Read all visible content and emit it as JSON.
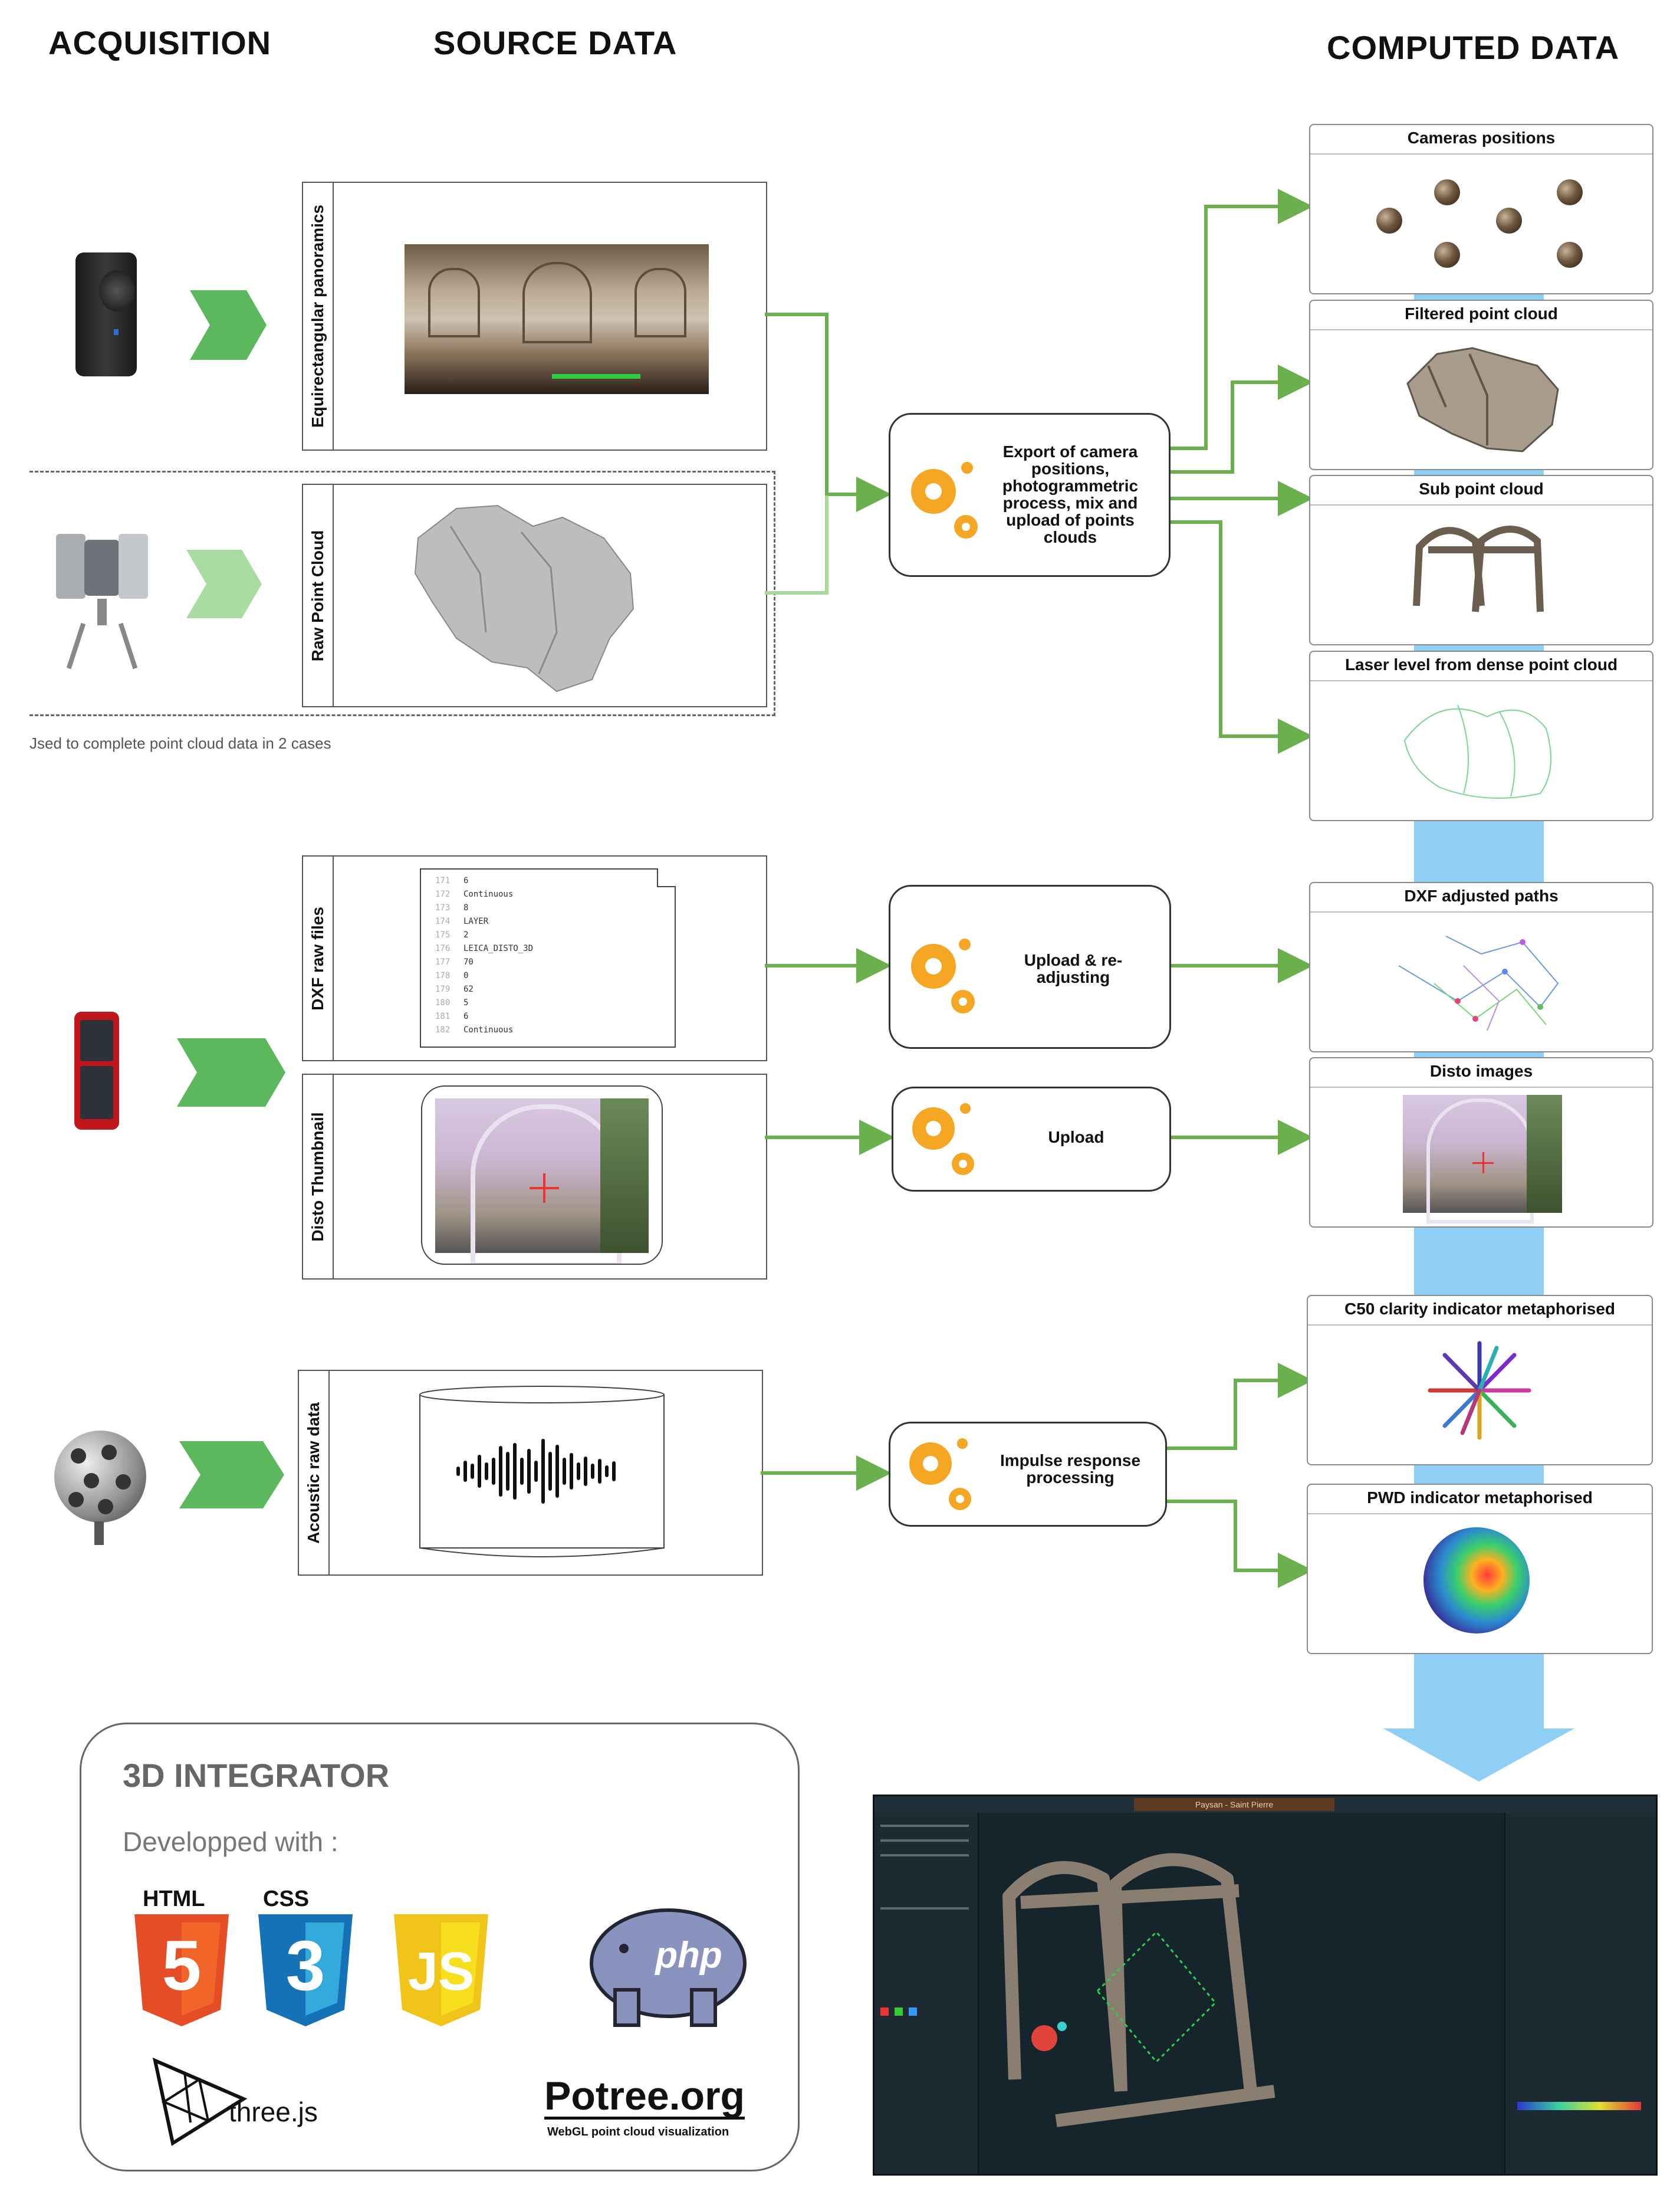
{
  "headers": {
    "acquisition": "ACQUISITION",
    "source_data": "SOURCE DATA",
    "computed_data": "COMPUTED DATA"
  },
  "source_labels": {
    "panoramics": "Equirectangular panoramics",
    "raw_point_cloud": "Raw Point Cloud",
    "dxf_raw": "DXF raw files",
    "disto_thumbnail": "Disto Thumbnail",
    "acoustic_raw": "Acoustic raw data"
  },
  "note": "Jsed to complete point cloud data in 2 cases",
  "processes": {
    "export": "Export of camera positions, photogrammetric process, mix and upload of points clouds",
    "upload_readjust": "Upload & re-adjusting",
    "upload": "Upload",
    "impulse": "Impulse response processing"
  },
  "outputs": {
    "cameras": "Cameras positions",
    "filtered": "Filtered point cloud",
    "sub": "Sub point cloud",
    "laser": "Laser level from dense point cloud",
    "dxf_paths": "DXF adjusted paths",
    "disto_images": "Disto images",
    "c50": "C50 clarity indicator metaphorised",
    "pwd": "PWD indicator metaphorised"
  },
  "dxf_file_lines": [
    [
      "171",
      "6"
    ],
    [
      "172",
      "Continuous"
    ],
    [
      "173",
      "8"
    ],
    [
      "174",
      "LAYER"
    ],
    [
      "175",
      "2"
    ],
    [
      "176",
      "LEICA_DISTO_3D"
    ],
    [
      "177",
      "70"
    ],
    [
      "178",
      "0"
    ],
    [
      "179",
      "62"
    ],
    [
      "180",
      "5"
    ],
    [
      "181",
      "6"
    ],
    [
      "182",
      "Continuous"
    ]
  ],
  "integrator": {
    "title": "3D INTEGRATOR",
    "developed_with": "Developped with :",
    "html": "HTML",
    "css": "CSS",
    "html_glyph": "5",
    "css_glyph": "3",
    "js_glyph": "JS",
    "php": "php",
    "threejs": "three.js",
    "potree": "Potree.org",
    "potree_sub": "WebGL point cloud visualization"
  },
  "viewer": {
    "title": "Paysan - Saint Pierre"
  },
  "colors": {
    "arrow_green": "#6ab04c",
    "arrow_green_light": "#a9d89a",
    "chevron_green": "#5cb85c",
    "chevron_light": "#a8dca0",
    "flow_blue": "#8fcff5",
    "gear_orange": "#f5a623"
  }
}
